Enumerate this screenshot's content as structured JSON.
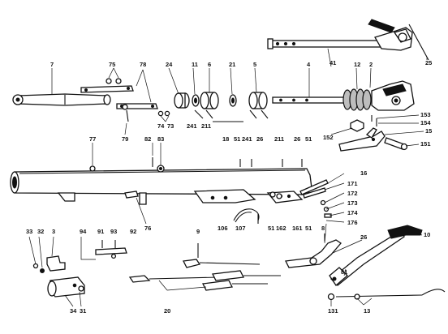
{
  "labels": {
    "p25": "25",
    "p41": "41",
    "p7": "7",
    "p75": "75",
    "p78": "78",
    "p24": "24",
    "p11": "11",
    "p6": "6",
    "p21": "21",
    "p5": "5",
    "p4": "4",
    "p12": "12",
    "p2": "2",
    "p153": "153",
    "p154": "154",
    "p15": "15",
    "p152": "152",
    "p151": "151",
    "p79": "79",
    "p74": "74",
    "p73": "73",
    "p241a": "241",
    "p211a": "211",
    "p18": "18",
    "p241b": "241",
    "p211b": "211",
    "p77": "77",
    "p82": "82",
    "p83": "83",
    "p51a": "51",
    "p26a": "26",
    "p26b": "26",
    "p51b": "51",
    "p16": "16",
    "p171": "171",
    "p172": "172",
    "p173": "173",
    "p174": "174",
    "p176": "176",
    "p76": "76",
    "p106": "106",
    "p107": "107",
    "p51c": "51",
    "p162": "162",
    "p161": "161",
    "p51d": "51",
    "p8": "8",
    "p33": "33",
    "p32": "32",
    "p3": "3",
    "p94": "94",
    "p91": "91",
    "p93": "93",
    "p92": "92",
    "p9": "9",
    "p26c": "26",
    "p10": "10",
    "p81": "81",
    "p34": "34",
    "p31": "31",
    "p20": "20",
    "p131": "131",
    "p13": "13"
  }
}
